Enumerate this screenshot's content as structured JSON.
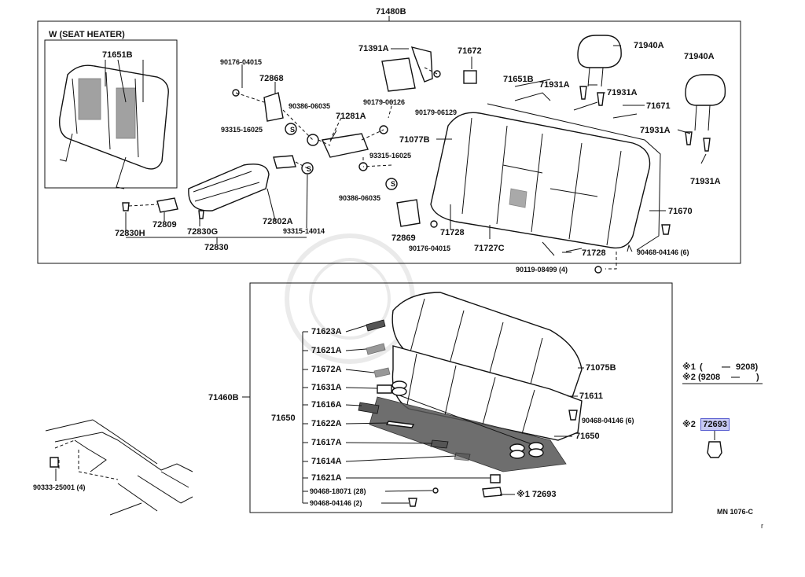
{
  "diagram": {
    "top_assembly": "71480B",
    "heater_box_title": "W (SEAT HEATER)",
    "heater_part": "71651B",
    "back_labels": {
      "p90176_04015_a": "90176-04015",
      "p72868": "72868",
      "p90386_06035_a": "90386-06035",
      "p71281A": "71281A",
      "p93315_16025_a": "93315-16025",
      "p71391A": "71391A",
      "p71672": "71672",
      "p90179_06126": "90179-06126",
      "p90179_06129": "90179-06129",
      "p71651B": "71651B",
      "p71940A_1": "71940A",
      "p71940A_2": "71940A",
      "p71931A_1": "71931A",
      "p71931A_2": "71931A",
      "p71931A_3": "71931A",
      "p71931A_4": "71931A",
      "p71671": "71671",
      "p71077B": "71077B",
      "p93315_16025_b": "93315-16025",
      "p90386_06035_b": "90386-06035",
      "p72869": "72869",
      "p90176_04015_b": "90176-04015",
      "p71728_a": "71728",
      "p71727C": "71727C",
      "p71728_b": "71728",
      "p71670": "71670",
      "p90468_04146_6a": "90468-04146 (6)",
      "p90119_08499": "90119-08499 (4)",
      "p72830H": "72830H",
      "p72809": "72809",
      "p72830G": "72830G",
      "p72802A": "72802A",
      "p93315_14014": "93315-14014",
      "p72830": "72830"
    },
    "cushion_labels": {
      "p71460B": "71460B",
      "p71650_left": "71650",
      "p71623A": "71623A",
      "p71621A_a": "71621A",
      "p71672A": "71672A",
      "p71631A": "71631A",
      "p71616A": "71616A",
      "p71622A": "71622A",
      "p71617A": "71617A",
      "p71614A": "71614A",
      "p71621A_b": "71621A",
      "p90468_18071": "90468-18071 (28)",
      "p90468_04146_2": "90468-04146 (2)",
      "p71075B": "71075B",
      "p71611": "71611",
      "p90468_04146_6b": "90468-04146 (6)",
      "p71650_right": "71650",
      "p72693_1": "※1 72693"
    },
    "floor_label": "90333-25001 (4)",
    "legend": {
      "line1_mark": "※1",
      "line1_paren_open": "(",
      "line1_to": "—",
      "line1_end": "9208)",
      "line2_mark": "※2",
      "line2_start": "(9208",
      "line2_to": "—",
      "line2_close": ")",
      "highlight_mark": "※2",
      "highlight_part": "72693"
    },
    "figure_code": "MN 1076-C",
    "corner_mark": "r"
  }
}
